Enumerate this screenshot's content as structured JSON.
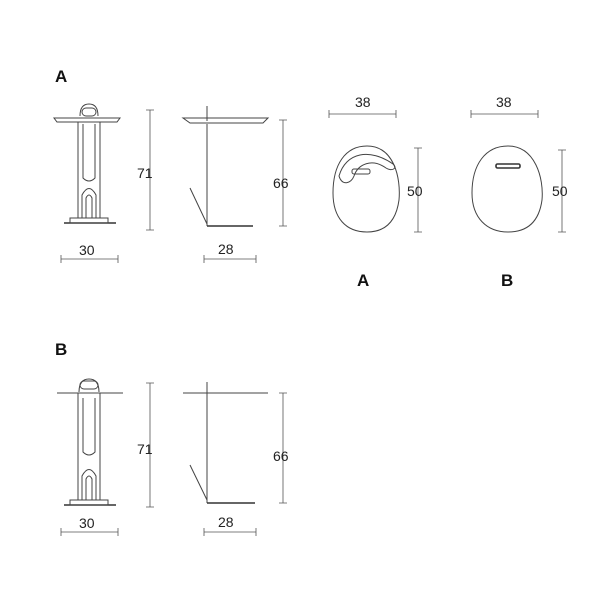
{
  "sections": {
    "a": {
      "label": "A"
    },
    "b": {
      "label": "B"
    }
  },
  "dimensions": {
    "front_height": "71",
    "side_height": "66",
    "front_width": "30",
    "side_width": "28",
    "top_width": "38",
    "top_depth": "50"
  },
  "top_views": {
    "a_caption": "A",
    "b_caption": "B"
  }
}
